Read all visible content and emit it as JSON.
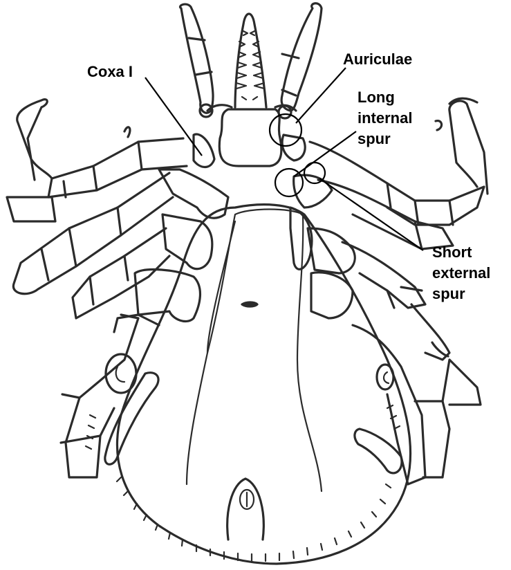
{
  "labels": {
    "coxa": "Coxa I",
    "auriculae": "Auriculae",
    "long_internal_spur": [
      "Long",
      "internal",
      "spur"
    ],
    "short_external_spur": [
      "Short",
      "external",
      "spur"
    ]
  },
  "colors": {
    "ink": "#2b2b2b",
    "labels": "#000000",
    "background": "#ffffff"
  }
}
